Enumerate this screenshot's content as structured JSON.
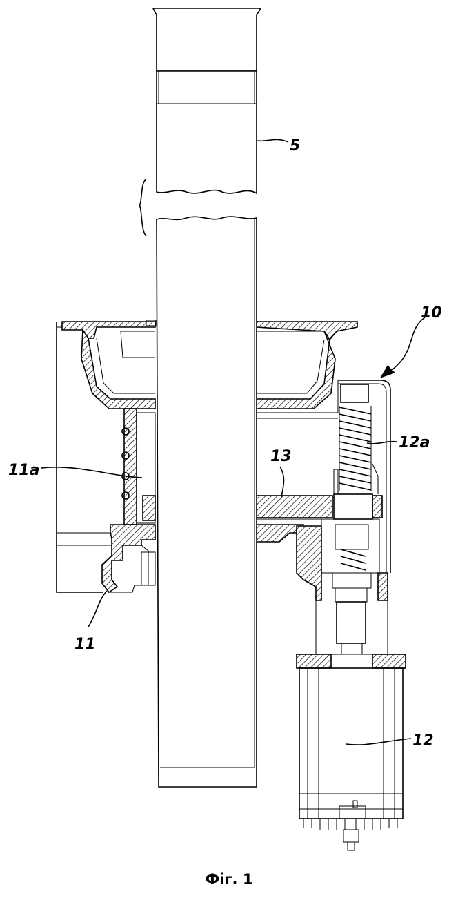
{
  "figure": {
    "caption": "Фіг. 1",
    "labels": {
      "pipe": "5",
      "assembly": "10",
      "housing_inner": "11a",
      "housing": "11",
      "motor": "12",
      "screw": "12a",
      "plate": "13"
    }
  }
}
